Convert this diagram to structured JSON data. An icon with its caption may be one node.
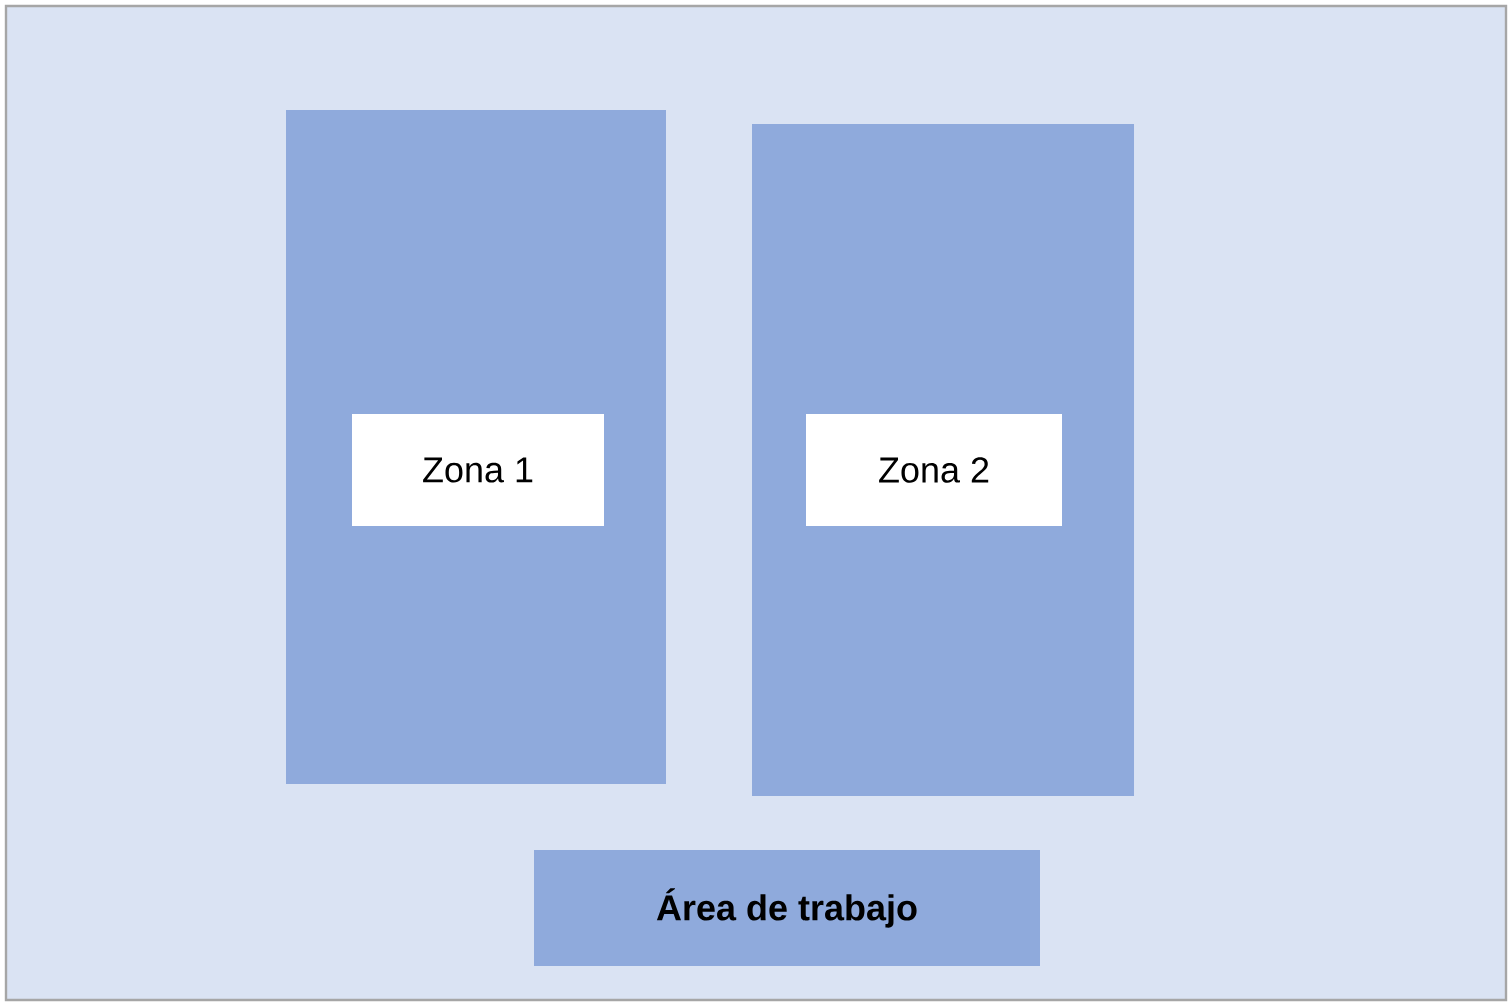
{
  "diagram": {
    "nodes": [
      {
        "text": [],
        "shape": "box"
      },
      {
        "text": [
          "Zona 1"
        ],
        "in": 0
      },
      {
        "text": [
          "Zona 2"
        ],
        "in": 0
      },
      {
        "text": [
          "Área de trabajo"
        ],
        "in": 0
      }
    ]
  }
}
